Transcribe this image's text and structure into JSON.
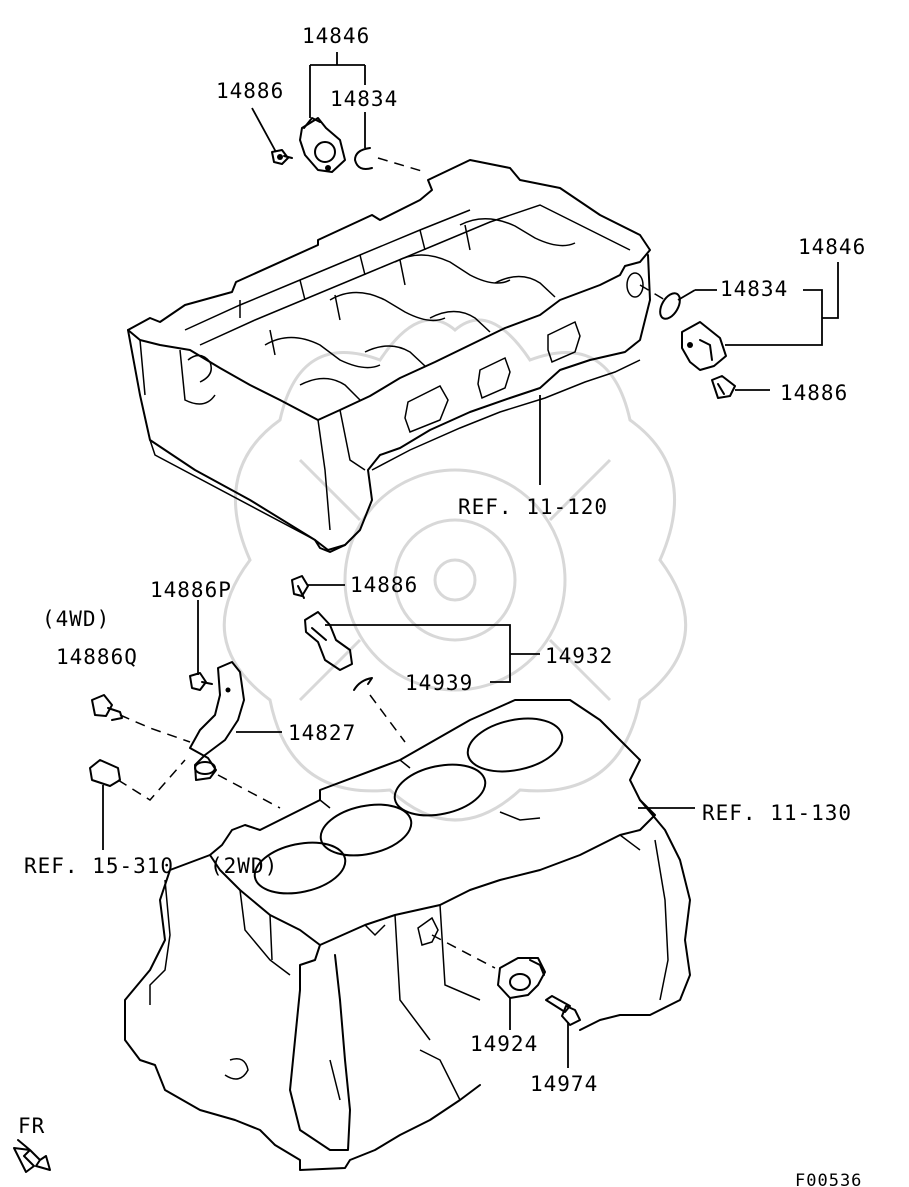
{
  "labels": {
    "top_sensor_group": "14846",
    "top_bolt": "14886",
    "top_oring": "14834",
    "right_sensor_group": "14846",
    "right_oring": "14834",
    "right_bolt": "14886",
    "ref_head": "REF. 11-120",
    "mid_bolt": "14886",
    "bolt_p": "14886P",
    "wd4": "(4WD)",
    "bolt_q": "14886Q",
    "crank_sensor_group": "14932",
    "crank_oring": "14939",
    "bracket": "14827",
    "ref_block": "REF. 11-130",
    "ref_trans": "REF. 15-310",
    "wd2": "(2WD)",
    "knock_sensor": "14924",
    "knock_bolt": "14974",
    "front_marker": "FR",
    "figure_id": "F00536"
  }
}
